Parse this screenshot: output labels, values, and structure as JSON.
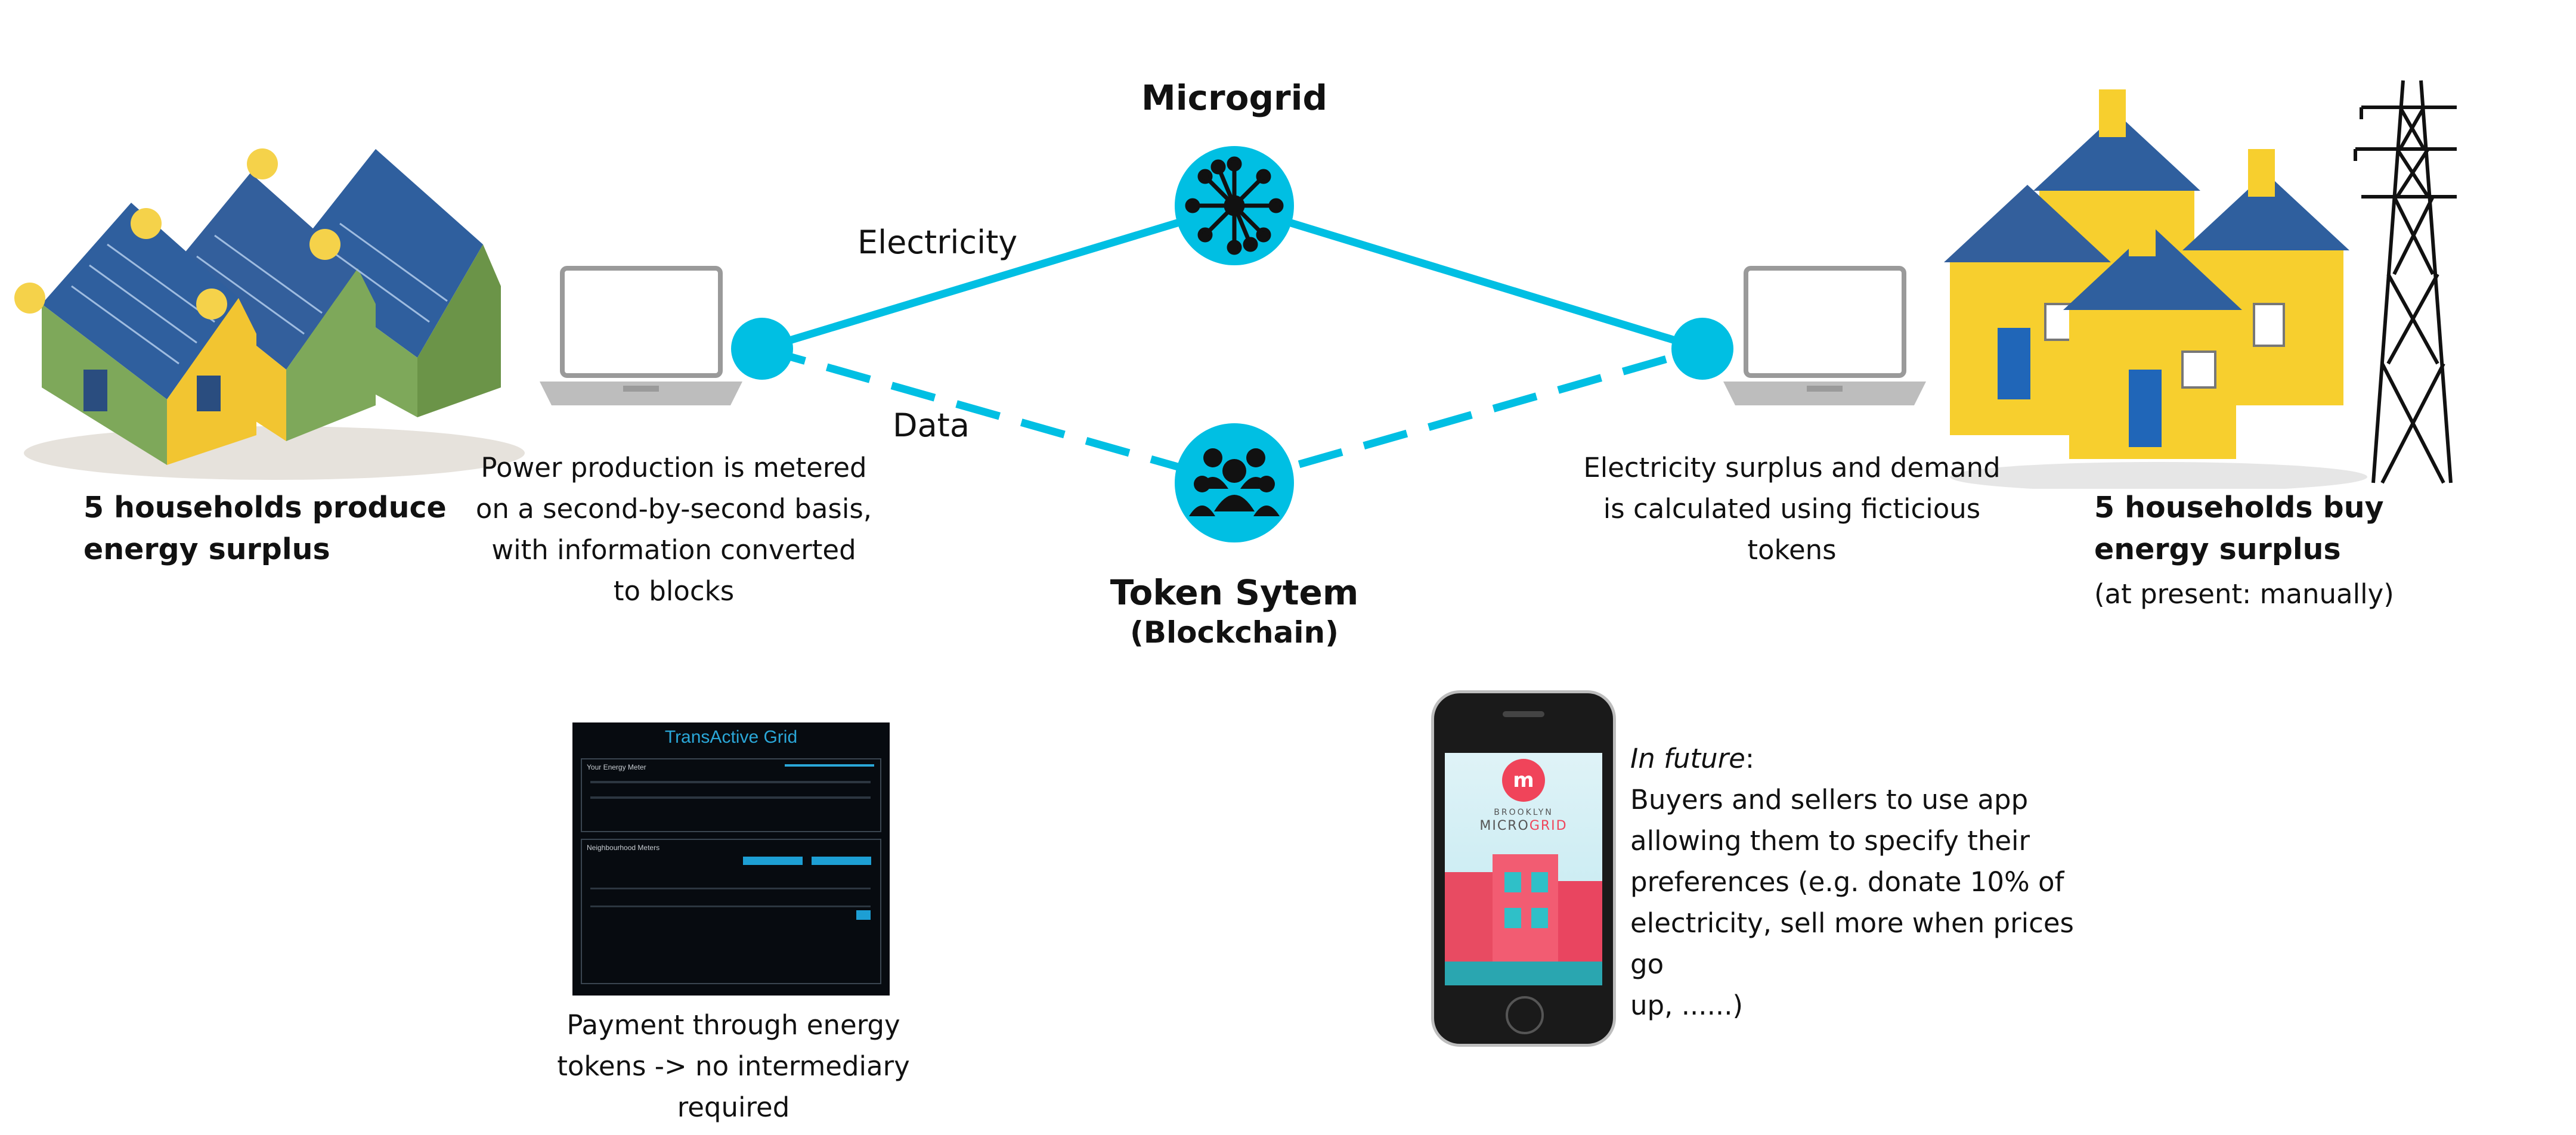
{
  "hubs": {
    "microgrid": {
      "title": "Microgrid"
    },
    "token": {
      "title": "Token Sytem",
      "subtitle": "(Blockchain)"
    }
  },
  "connections": {
    "electricity_label": "Electricity",
    "data_label": "Data"
  },
  "left": {
    "households_line1": "5 households produce",
    "households_line2": "energy surplus",
    "metering_lines": [
      "Power production is metered",
      "on a second-by-second basis,",
      "with information converted",
      "to blocks"
    ]
  },
  "right": {
    "calc_lines": [
      "Electricity surplus and demand",
      "is calculated using ficticious",
      "tokens"
    ],
    "households_line1": "5 households buy",
    "households_line2": "energy surplus",
    "households_note": "(at present: manually)"
  },
  "payment": {
    "screen_title": "TransActive Grid",
    "panel1_title": "Your Energy Meter",
    "panel2_title": "Neighbourhood Meters",
    "caption_lines": [
      "Payment through energy",
      "tokens -> no intermediary",
      "required"
    ]
  },
  "app": {
    "brand_line1": "BROOKLYN",
    "brand_line2a": "MICRO",
    "brand_line2b": "GRID"
  },
  "future": {
    "heading": "In future",
    "heading_colon": ":",
    "lines": [
      "Buyers and sellers to use app",
      "allowing them to specify their",
      "preferences (e.g. donate 10% of",
      "electricity, sell more when prices go",
      "up, ......)"
    ]
  },
  "colors": {
    "accent": "#00bfe3",
    "house_roof": "#2f5f9e",
    "house_yellow": "#f7cf2e",
    "house_green": "#7ea85a",
    "dark": "#111111"
  }
}
